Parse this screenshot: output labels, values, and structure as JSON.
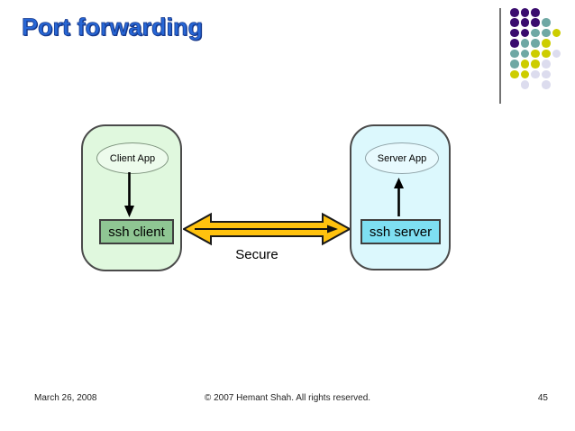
{
  "slide": {
    "title": "Port forwarding",
    "footer": {
      "date": "March 26, 2008",
      "copyright": "© 2007 Hemant Shah. All rights reserved.",
      "page_number": "45"
    }
  },
  "diagram": {
    "client_group": {
      "app_label": "Client App",
      "ssh_label": "ssh client",
      "box_fill": "#E0F8DE",
      "ssh_fill": "#8FC693"
    },
    "server_group": {
      "app_label": "Server App",
      "ssh_label": "ssh server",
      "box_fill": "#DCF8FD",
      "ssh_fill": "#7EDFF2"
    },
    "tunnel": {
      "label": "Secure",
      "arrow_fill": "#FFC20E",
      "arrow_outline": "#1a1a1a"
    }
  },
  "decoration": {
    "dot_colors": {
      "P": "#3A0C6E",
      "T": "#6FA8A4",
      "Y": "#CDCD00",
      "L": "#DCDCEE"
    },
    "pattern": [
      [
        "P",
        "P",
        "P",
        ".",
        "."
      ],
      [
        "P",
        "P",
        "P",
        "T",
        "."
      ],
      [
        "P",
        "P",
        "T",
        "T",
        "Y"
      ],
      [
        "P",
        "T",
        "T",
        "Y",
        "."
      ],
      [
        "T",
        "T",
        "Y",
        "Y",
        "L"
      ],
      [
        "T",
        "Y",
        "Y",
        "L",
        "."
      ],
      [
        "Y",
        "Y",
        "L",
        "L",
        "."
      ],
      [
        ".",
        "L",
        ".",
        "L",
        "."
      ]
    ]
  }
}
